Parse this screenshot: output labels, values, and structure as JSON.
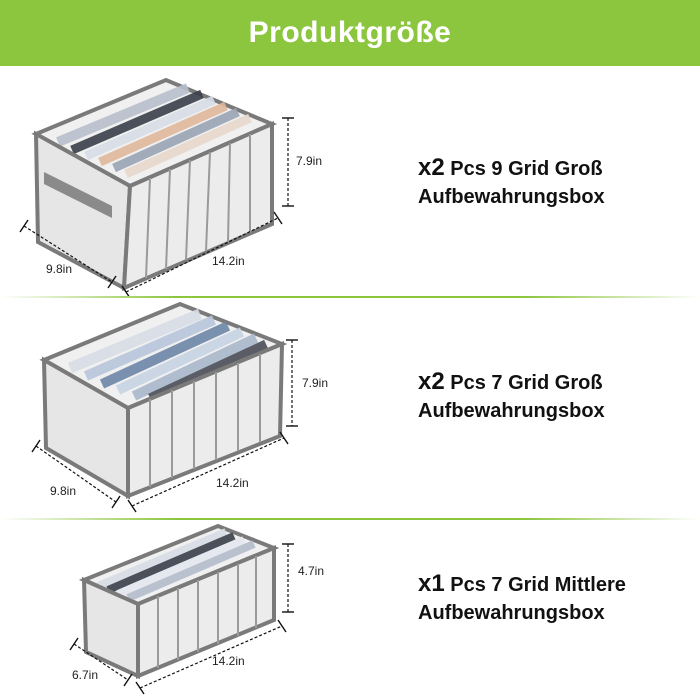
{
  "header": {
    "title": "Produktgröße"
  },
  "products": [
    {
      "qty": "x2",
      "desc": "Pcs 9 Grid Groß",
      "name": "Aufbewahrungsbox",
      "height": "7.9in",
      "depth": "9.8in",
      "width": "14.2in"
    },
    {
      "qty": "x2",
      "desc": "Pcs 7 Grid Groß",
      "name": "Aufbewahrungsbox",
      "height": "7.9in",
      "depth": "9.8in",
      "width": "14.2in"
    },
    {
      "qty": "x1",
      "desc": "Pcs 7 Grid Mittlere",
      "name": "Aufbewahrungsbox",
      "height": "4.7in",
      "depth": "6.7in",
      "width": "14.2in"
    }
  ],
  "colors": {
    "header_bg": "#8cc63f",
    "frame": "#7a7a7a",
    "mesh": "#e6e6e6"
  }
}
